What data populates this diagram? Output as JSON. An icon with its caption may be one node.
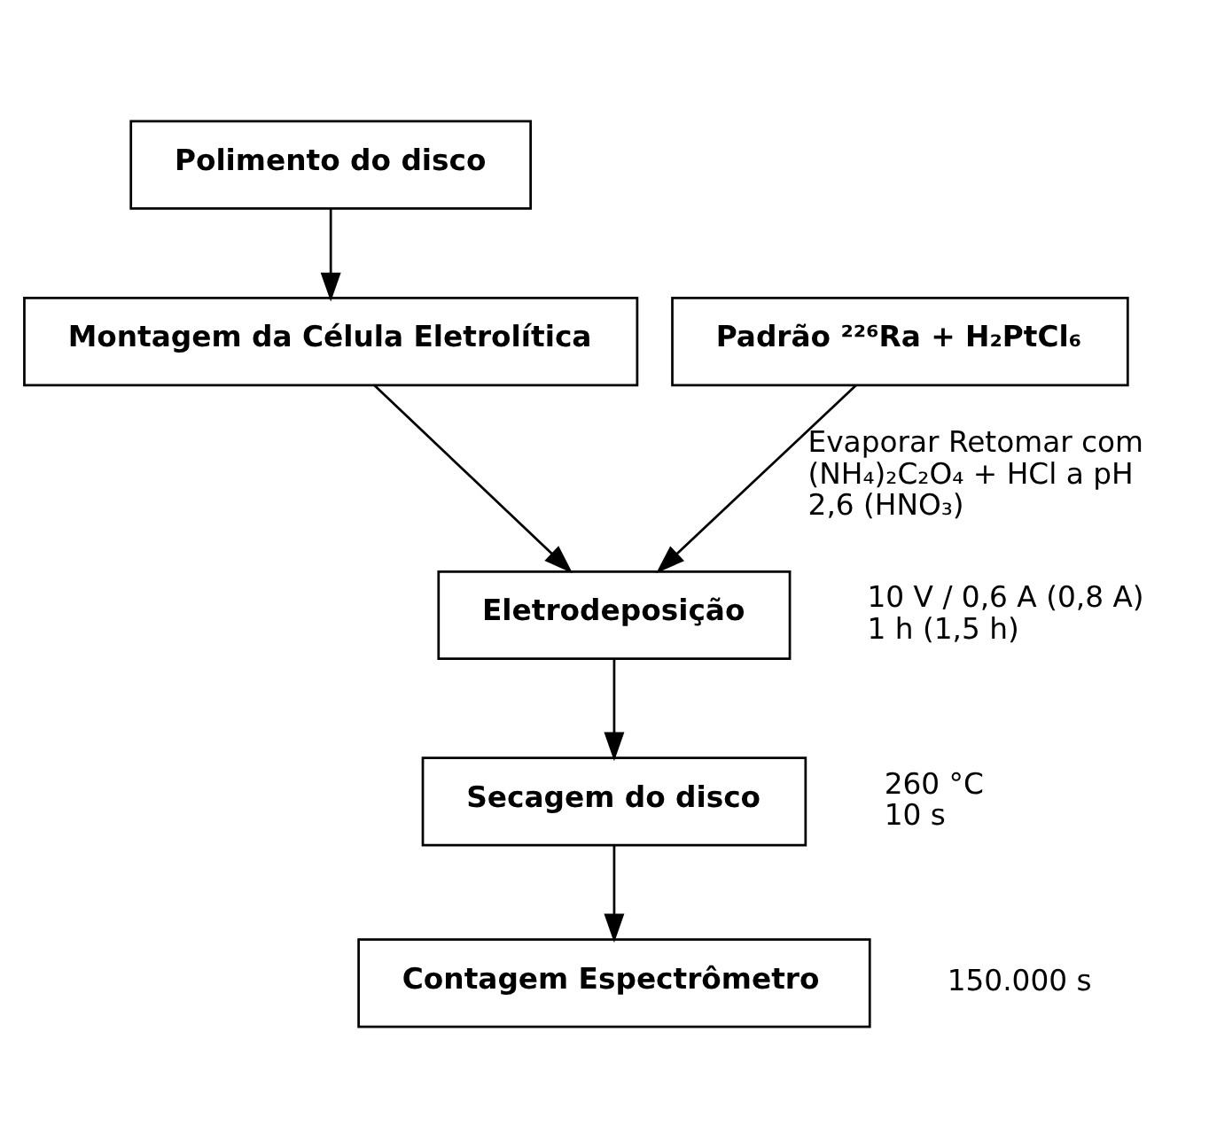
{
  "diagram": {
    "nodes": [
      {
        "text": [
          "Polimento do disco"
        ]
      },
      {
        "text": [
          "Montagem da Célula Eletrolítica"
        ]
      },
      {
        "text": [
          "Padrão ²²⁶Ra + H₂PtCl₆"
        ]
      },
      {
        "text": [
          "Eletrodeposição"
        ],
        "beside": [
          "10 V / 0,6 A (0,8 A)",
          "1 h (1,5 h)"
        ]
      },
      {
        "text": [
          "Secagem do disco"
        ],
        "beside": [
          "260 °C",
          "10 s"
        ]
      },
      {
        "text": [
          "Contagem Espectrômetro"
        ],
        "beside": [
          "150.000 s"
        ]
      }
    ],
    "edges": [
      {
        "from": 0,
        "to": 1,
        "arrow": "to"
      },
      {
        "from": 1,
        "to": 3,
        "arrow": "to"
      },
      {
        "from": 2,
        "to": 3,
        "arrow": "to",
        "label": "Evaporar Retomar com (NH₄)₂C₂O₄ + HCl a pH 2,6 (HNO₃)"
      },
      {
        "from": 3,
        "to": 4,
        "arrow": "to"
      },
      {
        "from": 4,
        "to": 5,
        "arrow": "to"
      }
    ]
  }
}
